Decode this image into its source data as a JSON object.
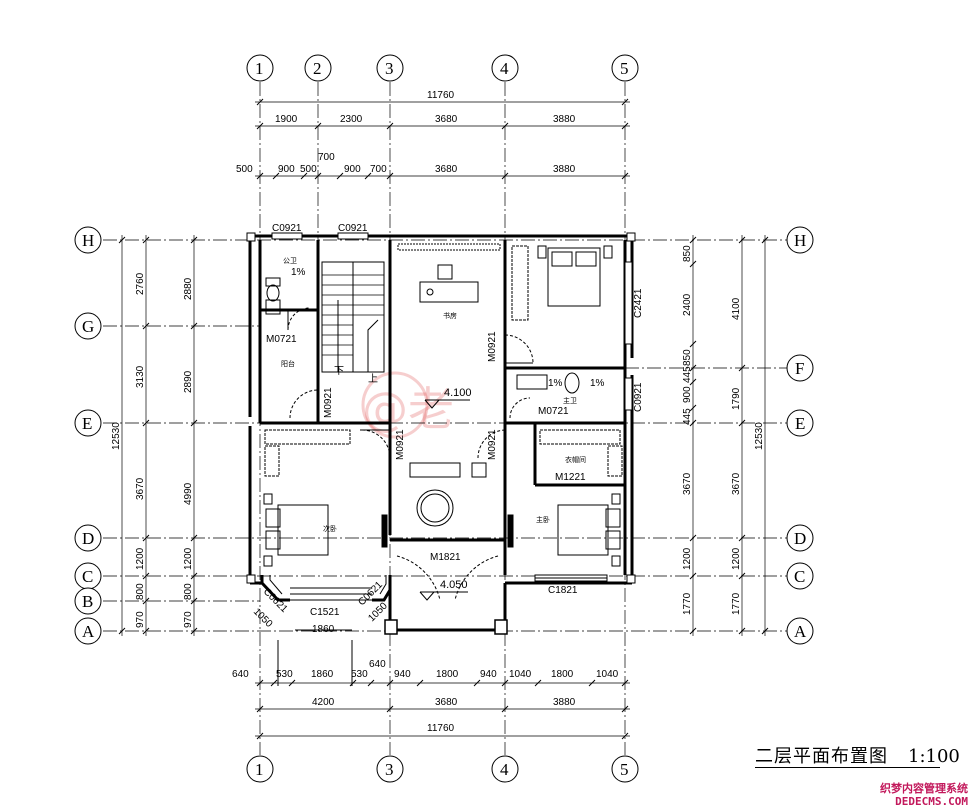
{
  "axes": {
    "top": [
      "1",
      "2",
      "3",
      "4",
      "5"
    ],
    "bottom": [
      "1",
      "3",
      "4",
      "5"
    ],
    "left": [
      "H",
      "G",
      "E",
      "D",
      "C",
      "B",
      "A"
    ],
    "right": [
      "H",
      "F",
      "E",
      "D",
      "C",
      "A"
    ]
  },
  "dims": {
    "top_total": "11760",
    "top_row1": [
      "1900",
      "2300",
      "3680",
      "3880"
    ],
    "top_row2": [
      "500",
      "900",
      "500",
      "700",
      "900",
      "700",
      "3680",
      "3880"
    ],
    "left_outer": "12530",
    "left_row1": [
      "2760",
      "3130",
      "3670",
      "1200",
      "800",
      "970"
    ],
    "left_row2": [
      "2880",
      "2890",
      "4990",
      "1200",
      "800",
      "970"
    ],
    "right_row1": [
      "850",
      "2400",
      "850",
      "445",
      "900",
      "445",
      "3670",
      "1200",
      "1770"
    ],
    "right_row2": [
      "4100",
      "1790",
      "3670",
      "1200",
      "1770"
    ],
    "right_outer": "12530",
    "bottom_row1": [
      "640",
      "530",
      "1860",
      "530",
      "640",
      "940",
      "1800",
      "940",
      "1040",
      "1800",
      "1040"
    ],
    "bottom_row2": [
      "4200",
      "3680",
      "3880"
    ],
    "bottom_total": "11760",
    "bay_window": "1860"
  },
  "openings": {
    "c0921_a": "C0921",
    "c0921_b": "C0921",
    "m0721_a": "M0721",
    "m0921_a": "M0921",
    "m0921_b": "M0921",
    "m0921_c": "M0921",
    "m0921_d": "M0921",
    "c2421": "C2421",
    "m0721_b": "M0721",
    "c0921_c": "C0921",
    "m1221": "M1221",
    "m1821": "M1821",
    "c1521": "C1521",
    "c1821": "C1821",
    "c0621_a": "C0621",
    "c0621_b": "C0621",
    "w1050_a": "1050",
    "w1050_b": "1050"
  },
  "rooms": {
    "bath_left": "公卫",
    "balcony": "阳台",
    "study": "书房",
    "bath_right": "主卫",
    "closet": "衣帽间",
    "master_bed": "主卧",
    "second_bed": "次卧"
  },
  "labels": {
    "slope_a": "1%",
    "slope_b": "1%",
    "slope_c": "1%",
    "stair_down": "下",
    "stair_up": "上",
    "elev_upper": "4.100",
    "elev_lower": "4.050"
  },
  "title": {
    "name": "二层平面布置图",
    "scale": "1:100"
  },
  "watermark": {
    "text": "@老"
  },
  "logo": {
    "cn": "织梦内容管理系统",
    "en": "DEDECMS.COM"
  }
}
